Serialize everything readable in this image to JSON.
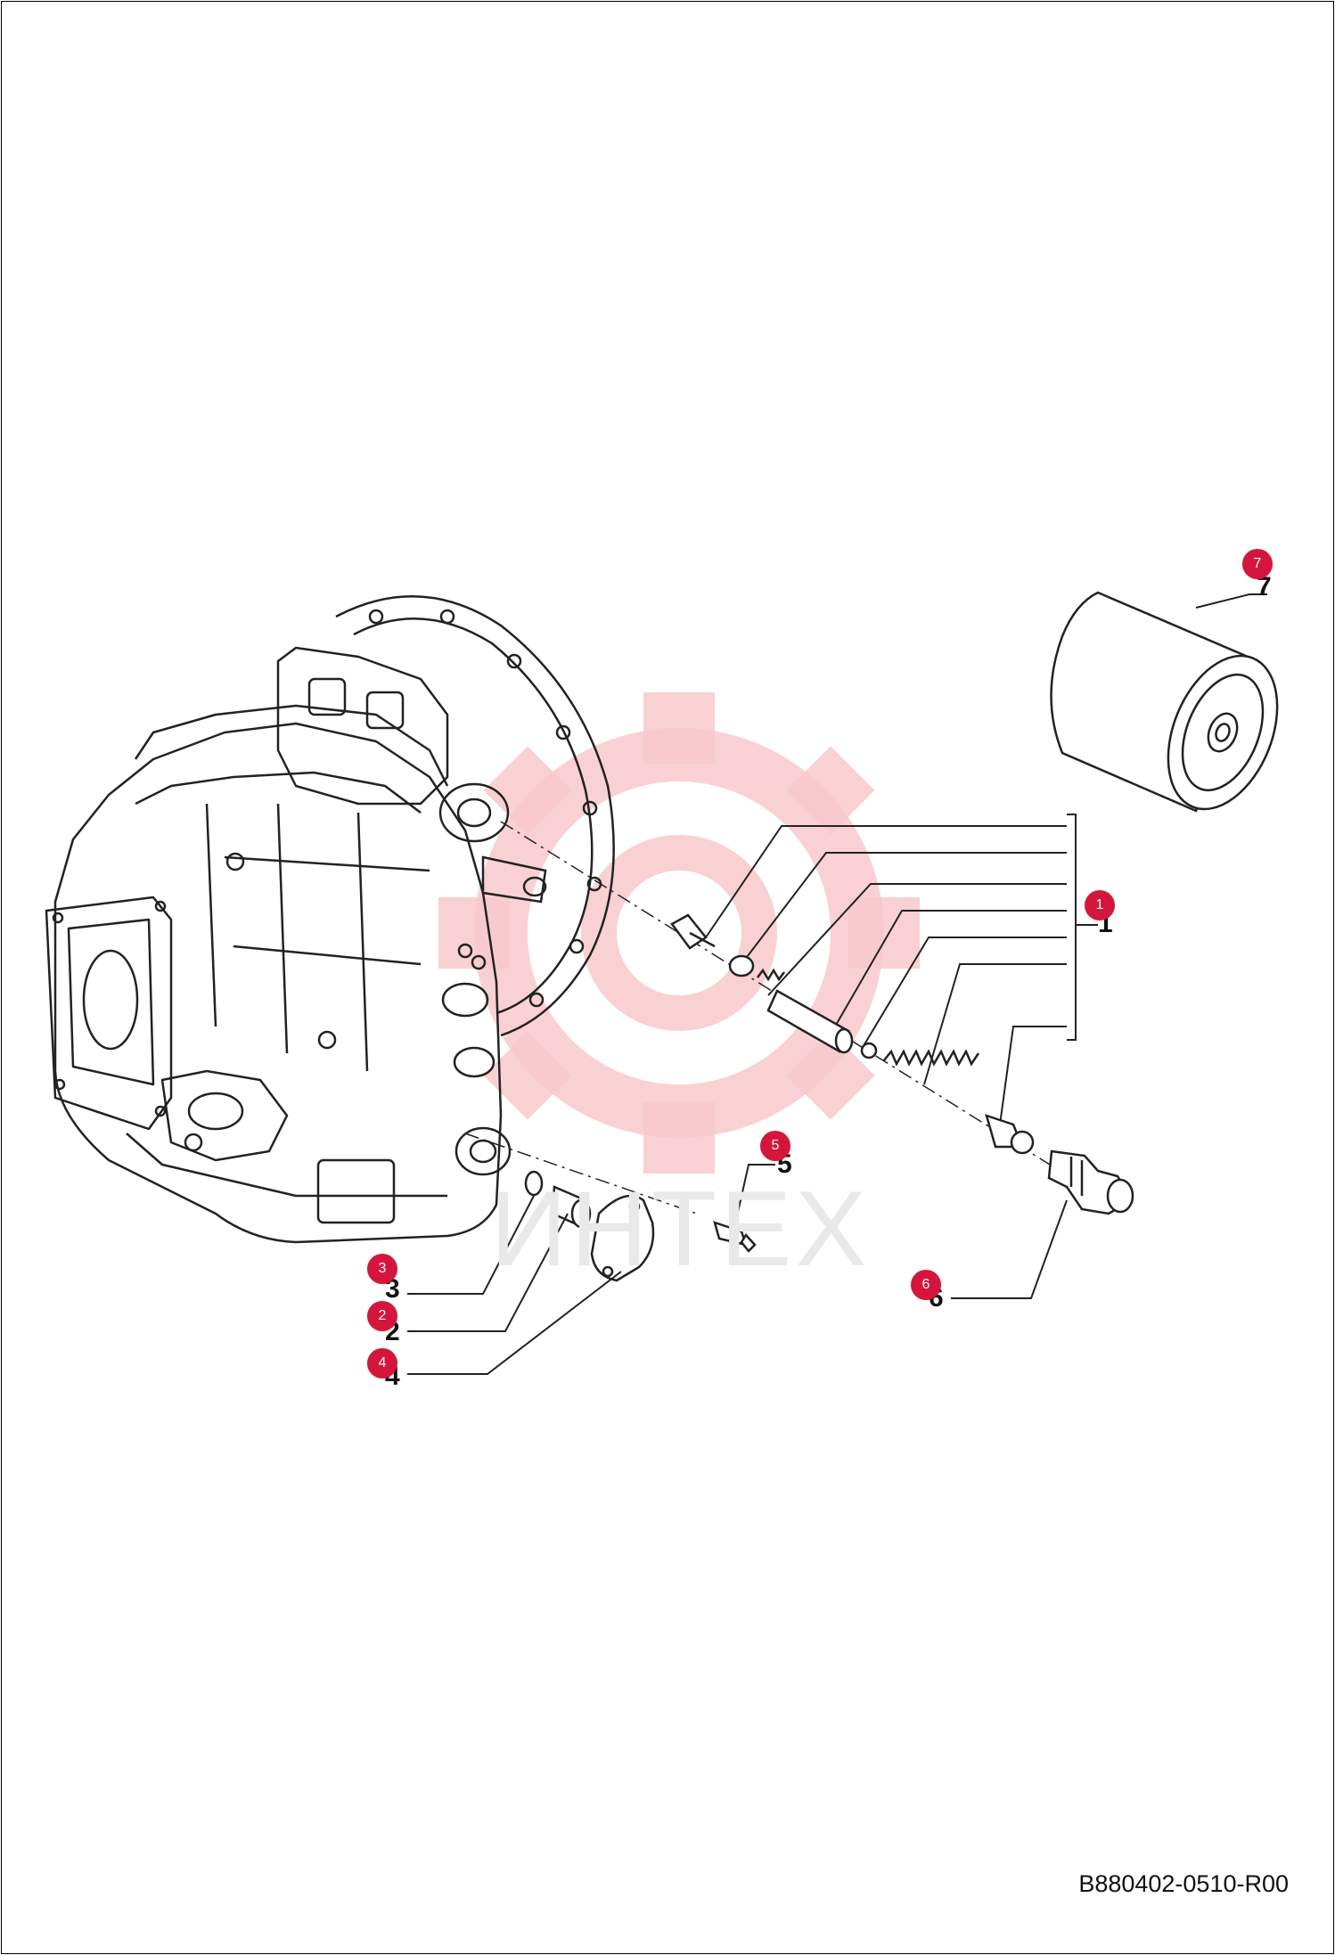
{
  "diagram": {
    "drawing_code": "B880402-0510-R00",
    "watermark_text": "ИНТЕХ",
    "colors": {
      "callout": "#d4163c",
      "line": "#222222",
      "watermark": "#f8c9cc"
    },
    "callouts": [
      {
        "id": "1",
        "label": "1",
        "part_number": "1"
      },
      {
        "id": "2",
        "label": "2",
        "part_number": "2"
      },
      {
        "id": "3",
        "label": "3",
        "part_number": "3"
      },
      {
        "id": "4",
        "label": "4",
        "part_number": "4"
      },
      {
        "id": "5",
        "label": "5",
        "part_number": "5"
      },
      {
        "id": "6",
        "label": "6",
        "part_number": "6"
      },
      {
        "id": "7",
        "label": "7",
        "part_number": "7"
      }
    ]
  }
}
